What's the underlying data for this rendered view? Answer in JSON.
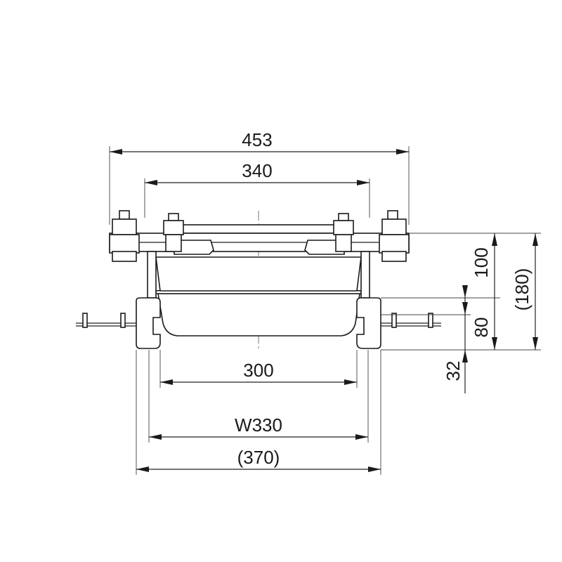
{
  "dimensions": {
    "overall_width": "453",
    "flange_width": "340",
    "inner_width": "300",
    "width_label": "W330",
    "outer_width": "(370)",
    "height_upper": "100",
    "height_lower": "80",
    "height_base": "32",
    "height_total": "(180)"
  }
}
